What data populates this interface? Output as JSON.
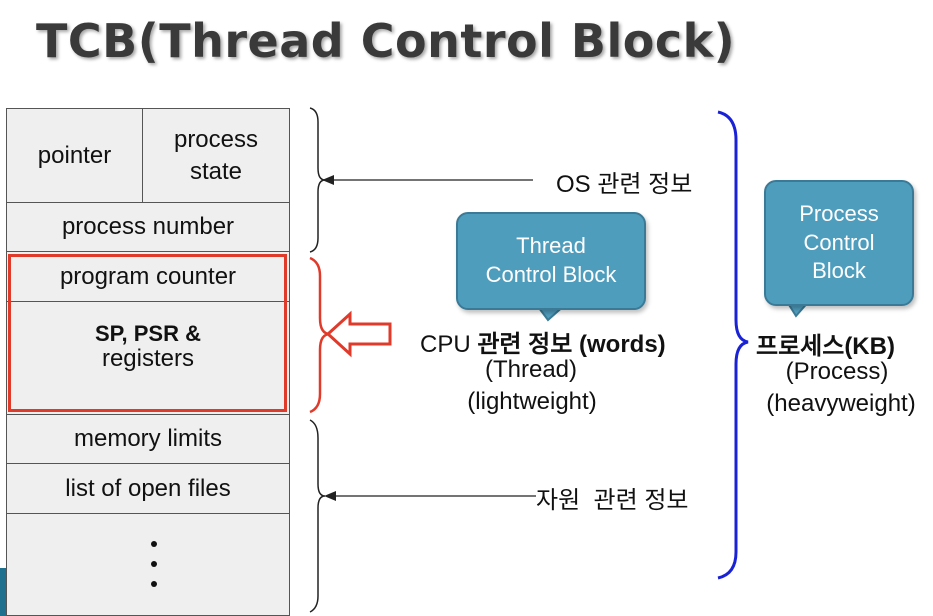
{
  "title": "TCB(Thread Control Block)",
  "tcb": {
    "pointer": "pointer",
    "process_state_line1": "process",
    "process_state_line2": "state",
    "process_number": "process number",
    "program_counter": "program counter",
    "sp_psr_line1": "SP, PSR &",
    "sp_psr_line2": "registers",
    "memory_limits": "memory limits",
    "open_files": "list of open files"
  },
  "labels": {
    "os_info": "OS 관련 정보",
    "cpu_info_prefix": "CPU ",
    "cpu_info_bold": "관련 정보 (words)",
    "thread": "(Thread)",
    "lightweight": "(lightweight)",
    "resource_info": "자원  관련 정보",
    "process_kb": "프로세스(KB)",
    "process": "(Process)",
    "heavyweight": "(heavyweight)"
  },
  "callouts": {
    "thread_line1": "Thread",
    "thread_line2": "Control Block",
    "process_line1": "Process",
    "process_line2": "Control",
    "process_line3": "Block"
  },
  "colors": {
    "highlight_red": "#e03a2a",
    "brace_blue": "#1a22d6",
    "callout_fill": "#4f9dbd",
    "cell_fill": "#efefef"
  }
}
